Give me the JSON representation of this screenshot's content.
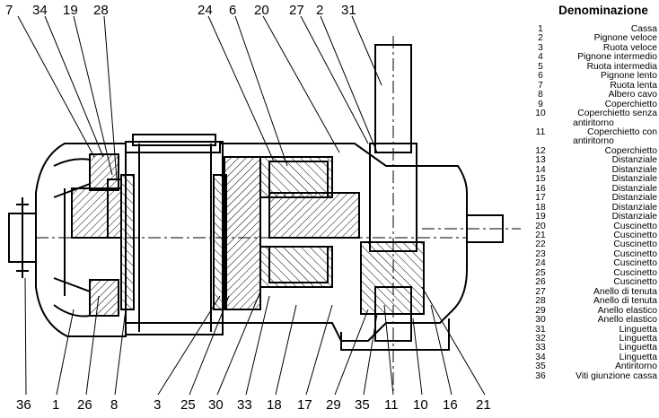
{
  "legend": {
    "title": "Denominazione",
    "entries": [
      {
        "num": "1",
        "name": "Cassa"
      },
      {
        "num": "2",
        "name": "Pignone veloce"
      },
      {
        "num": "3",
        "name": "Ruota veloce"
      },
      {
        "num": "4",
        "name": "Pignone intermedio"
      },
      {
        "num": "5",
        "name": "Ruota intermedia"
      },
      {
        "num": "6",
        "name": "Pignone lento"
      },
      {
        "num": "7",
        "name": "Ruota lenta"
      },
      {
        "num": "8",
        "name": "Albero cavo"
      },
      {
        "num": "9",
        "name": "Coperchietto"
      },
      {
        "num": "10",
        "name": "Coperchietto senza",
        "cont": "antiritorno"
      },
      {
        "num": "11",
        "name": "Coperchietto con",
        "cont": "antiritorno"
      },
      {
        "num": "12",
        "name": "Coperchietto"
      },
      {
        "num": "13",
        "name": "Distanziale"
      },
      {
        "num": "14",
        "name": "Distanziale"
      },
      {
        "num": "15",
        "name": "Distanziale"
      },
      {
        "num": "16",
        "name": "Distanziale"
      },
      {
        "num": "17",
        "name": "Distanziale"
      },
      {
        "num": "18",
        "name": "Distanziale"
      },
      {
        "num": "19",
        "name": "Distanziale"
      },
      {
        "num": "20",
        "name": "Cuscinetto"
      },
      {
        "num": "21",
        "name": "Cuscinetto"
      },
      {
        "num": "22",
        "name": "Cuscinetto"
      },
      {
        "num": "23",
        "name": "Cuscinetto"
      },
      {
        "num": "24",
        "name": "Cuscinetto"
      },
      {
        "num": "25",
        "name": "Cuscinetto"
      },
      {
        "num": "26",
        "name": "Cuscinetto"
      },
      {
        "num": "27",
        "name": "Anello di tenuta"
      },
      {
        "num": "28",
        "name": "Anello di tenuta"
      },
      {
        "num": "29",
        "name": "Anello elastico"
      },
      {
        "num": "30",
        "name": "Anello elastico"
      },
      {
        "num": "31",
        "name": "Linguetta"
      },
      {
        "num": "32",
        "name": "Linguetta"
      },
      {
        "num": "33",
        "name": "Linguetta"
      },
      {
        "num": "34",
        "name": "Linguetta"
      },
      {
        "num": "35",
        "name": "Antiritorno"
      },
      {
        "num": "36",
        "name": "Viti giunzione cassa"
      }
    ]
  },
  "callouts": {
    "top": [
      "7",
      "34",
      "19",
      "28",
      "24",
      "6",
      "20",
      "27",
      "2",
      "31"
    ],
    "bottom": [
      "36",
      "1",
      "26",
      "8",
      "3",
      "25",
      "30",
      "33",
      "18",
      "17",
      "29",
      "35",
      "11",
      "10",
      "16",
      "21"
    ]
  }
}
